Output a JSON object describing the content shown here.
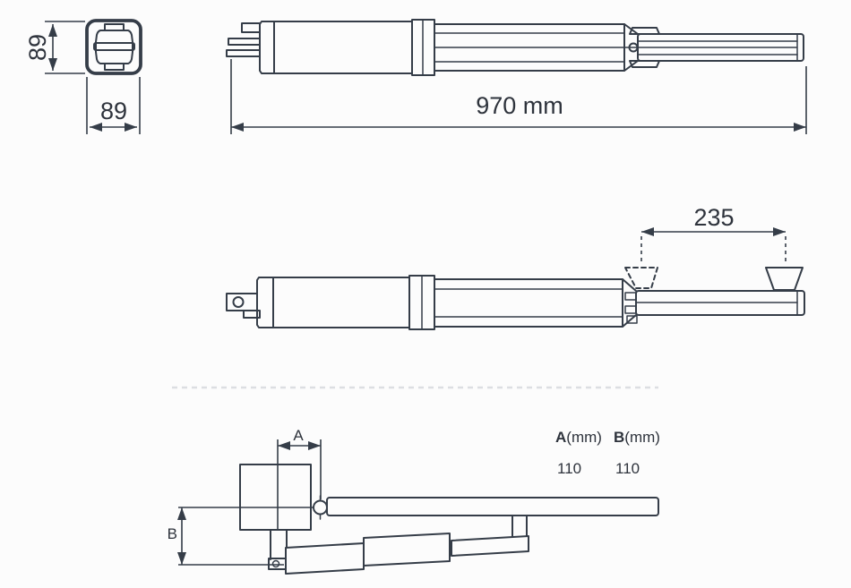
{
  "page": {
    "background": "#fcfcfc"
  },
  "diagram": {
    "line_color": "#353d48",
    "text_color": "#2e333c",
    "views": {
      "cross_section": {
        "height_label": "89",
        "width_label": "89"
      },
      "top_view": {
        "length_label": "970 mm"
      },
      "side_view": {
        "stroke_label": "235"
      },
      "installation": {
        "dim_a_label": "A",
        "dim_b_label": "B"
      }
    },
    "table": {
      "headers": [
        {
          "key": "A",
          "unit": "(mm)"
        },
        {
          "key": "B",
          "unit": "(mm)"
        }
      ],
      "values": [
        "110",
        "110"
      ]
    }
  }
}
